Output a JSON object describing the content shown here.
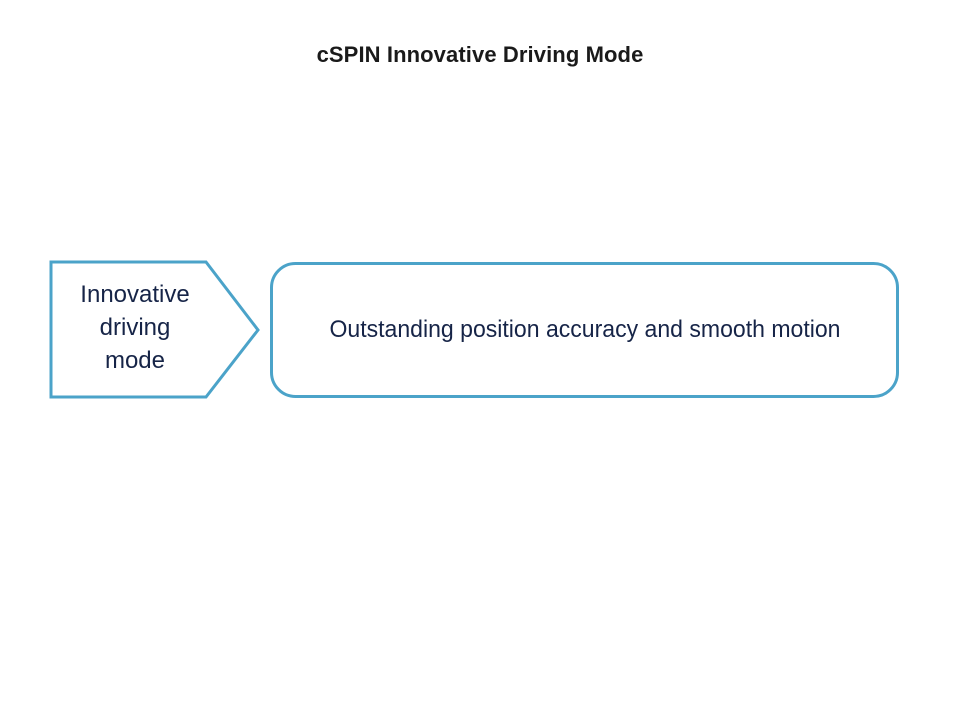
{
  "slide": {
    "title": "cSPIN Innovative Driving Mode",
    "background_color": "#ffffff"
  },
  "diagram": {
    "type": "chevron-callout",
    "accent_color": "#4ba3c9",
    "text_color": "#162447",
    "stroke_width": 3,
    "chevron": {
      "label": "Innovative\ndriving\nmode",
      "fill": "#ffffff",
      "stroke": "#4ba3c9"
    },
    "callout": {
      "label": "Outstanding position accuracy and smooth motion",
      "fill": "#ffffff",
      "stroke": "#4ba3c9",
      "corner_radius": 24
    }
  }
}
